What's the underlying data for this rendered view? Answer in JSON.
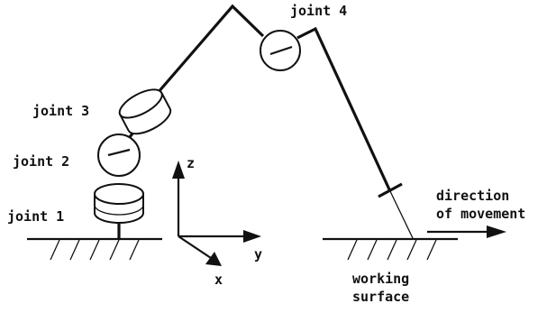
{
  "labels": {
    "joint1": "joint 1",
    "joint2": "joint 2",
    "joint3": "joint 3",
    "joint4": "joint 4",
    "axis_z": "z",
    "axis_y": "y",
    "axis_x": "x",
    "direction_line1": "direction",
    "direction_line2": "of movement",
    "surface_line1": "working",
    "surface_line2": "surface"
  }
}
